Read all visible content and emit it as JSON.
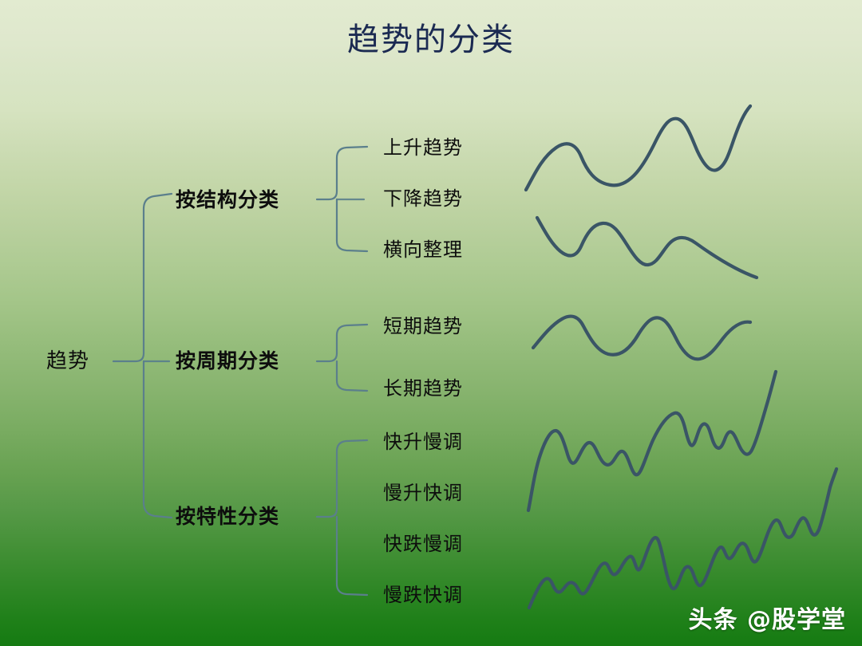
{
  "slide": {
    "title": "趋势的分类",
    "title_color": "#1b2a52",
    "background_top_color": "#e2ebd0",
    "background_bottom_color": "#157b12",
    "connector_color": "#5b7f8c",
    "curve_color": "#3a5566"
  },
  "tree": {
    "root": {
      "label": "趋势"
    },
    "branches": [
      {
        "label": "按结构分类",
        "leaves": [
          {
            "label": "上升趋势"
          },
          {
            "label": "下降趋势"
          },
          {
            "label": "横向整理"
          }
        ]
      },
      {
        "label": "按周期分类",
        "leaves": [
          {
            "label": "短期趋势"
          },
          {
            "label": "长期趋势"
          }
        ]
      },
      {
        "label": "按特性分类",
        "leaves": [
          {
            "label": "快升慢调"
          },
          {
            "label": "慢升快调"
          },
          {
            "label": "快跌慢调"
          },
          {
            "label": "慢跌快调"
          }
        ]
      }
    ]
  },
  "illustrations": [
    {
      "name": "uptrend-wave-curve",
      "meaning": "上升趋势"
    },
    {
      "name": "downtrend-wave-curve",
      "meaning": "下降趋势"
    },
    {
      "name": "sideways-wave-curve",
      "meaning": "横向整理"
    },
    {
      "name": "jagged-rising-curve-upper",
      "meaning": "快升慢调"
    },
    {
      "name": "jagged-rising-curve-lower",
      "meaning": "慢升快调"
    }
  ],
  "watermark": {
    "text": "头条 @股学堂",
    "color": "#ffffff"
  }
}
